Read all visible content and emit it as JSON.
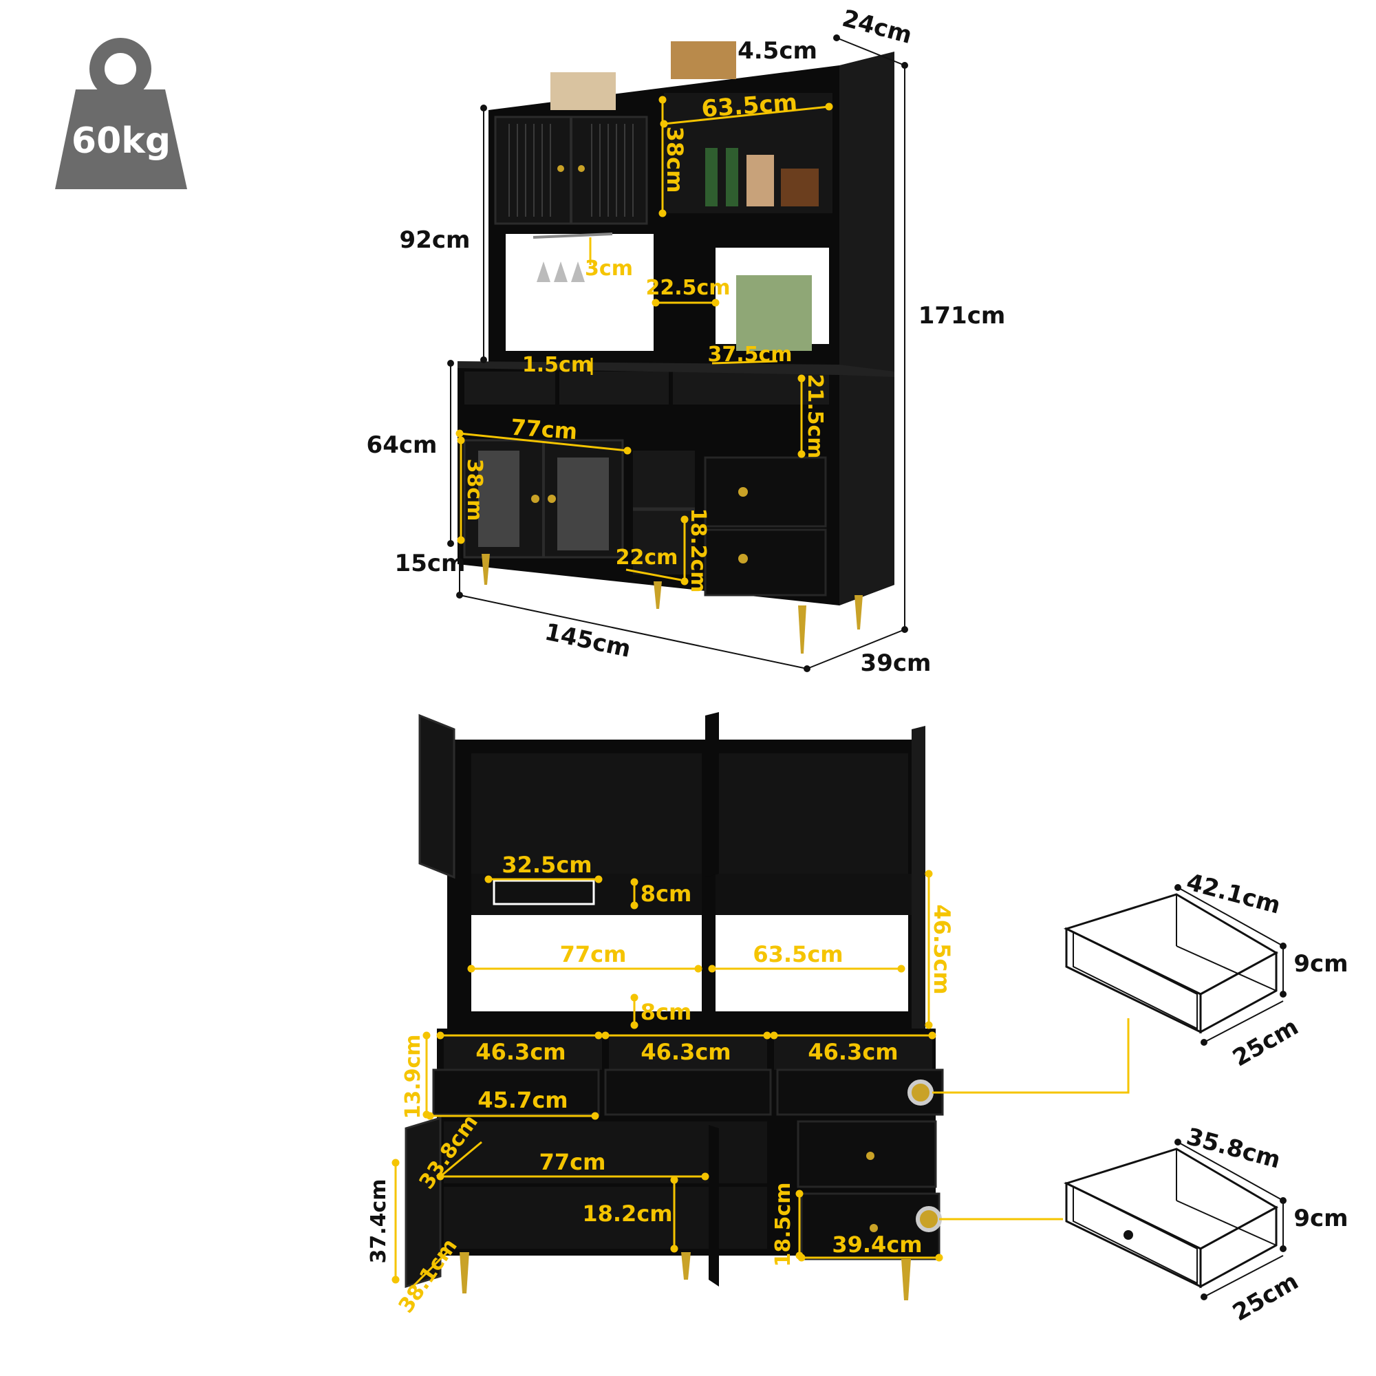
{
  "colors": {
    "cabinet": "#0b0b0b",
    "cabinet_edge": "#2a2a2a",
    "interior": "#141414",
    "dimension_yellow": "#f5c400",
    "dimension_black": "#111111",
    "gold_legs": "#c9a227",
    "weight_badge": "#6b6b6b"
  },
  "weight_badge": {
    "label": "60kg",
    "icon": "weight-icon"
  },
  "front_view": {
    "dims_black": {
      "top_depth": "24cm",
      "upper_height": "92cm",
      "total_height": "171cm",
      "lower_height": "64cm",
      "leg_height": "15cm",
      "width": "145cm",
      "depth": "39cm"
    },
    "dims_yellow": {
      "top_panel": "4.5cm",
      "upper_right_width": "63.5cm",
      "upper_shelf_height": "38cm",
      "glass_hanger": "3cm",
      "divider_width": "22.5cm",
      "counter_thickness": "1.5cm",
      "counter_depth": "37.5cm",
      "open_cubby_height": "21.5cm",
      "lower_left_width": "77cm",
      "lower_door_height": "38cm",
      "middle_shelf_height": "18.2cm",
      "middle_shelf_width": "22cm"
    }
  },
  "open_view": {
    "dims_yellow": {
      "wine_rack": "32.5cm",
      "upper_gap_top": "8cm",
      "middle_height": "46.5cm",
      "middle_left_width": "77cm",
      "middle_right_width": "63.5cm",
      "upper_gap_bottom": "8cm",
      "drawer_width_1": "46.3cm",
      "drawer_width_2": "46.3cm",
      "drawer_width_3": "46.3cm",
      "drawer_height": "13.9cm",
      "drawer_inner_width": "45.7cm",
      "door_diagonal_top": "33.8cm",
      "lower_width": "77cm",
      "door_height": "37.4cm",
      "lower_shelf_height": "18.2cm",
      "side_drawer_height": "18.5cm",
      "side_drawer_width": "39.4cm",
      "door_diagonal_bottom": "38.1cm"
    }
  },
  "drawer_details": [
    {
      "name": "top-drawer",
      "width": "42.1cm",
      "height": "9cm",
      "depth": "25cm"
    },
    {
      "name": "side-drawer",
      "width": "35.8cm",
      "height": "9cm",
      "depth": "25cm"
    }
  ]
}
